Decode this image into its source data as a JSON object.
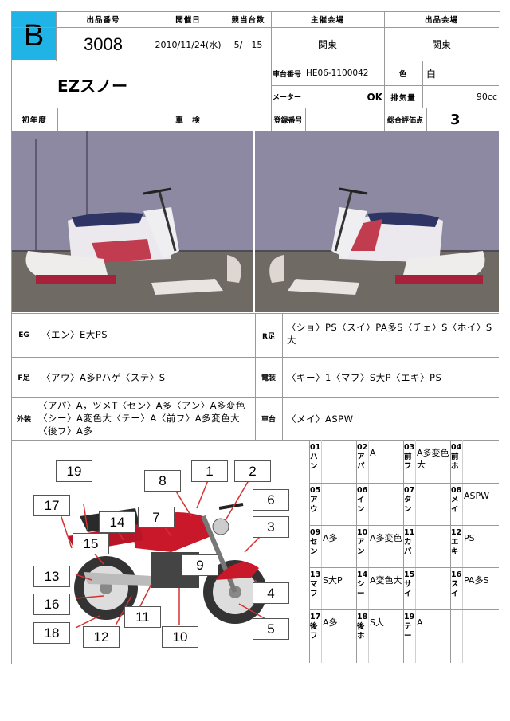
{
  "header": {
    "grade": "B",
    "lot_label": "出品番号",
    "lot_number": "3008",
    "date_label": "開催日",
    "date_value": "2010/11/24(水)",
    "count_label": "競当台数",
    "count_value": "5/　15",
    "host_label": "主催会場",
    "host_value": "関東",
    "venue_label": "出品会場",
    "venue_value": "関東"
  },
  "vehicle": {
    "maker": "－",
    "model": "EZスノー",
    "frame_label": "車台番号",
    "frame_value": "HE06-1100042",
    "color_label": "色",
    "color_value": "白",
    "meter_label": "メーター",
    "meter_value": "OK",
    "displacement_label": "排気量",
    "displacement_value": "90cc",
    "first_reg_label": "初年度",
    "first_reg_value": "",
    "inspection_label": "車　検",
    "inspection_value": "",
    "reg_no_label": "登録番号",
    "reg_no_value": "",
    "score_label": "総合評価点",
    "score_value": "3"
  },
  "condition": {
    "eg_label": "EG",
    "eg_text": "〈エン〉E大PS",
    "rear_label": "R足",
    "rear_text": "〈ショ〉PS〈スイ〉PA多S〈チェ〉S〈ホイ〉S大",
    "front_label": "F足",
    "front_text": "〈アウ〉A多Pハゲ〈ステ〉S",
    "elec_label": "電装",
    "elec_text": "〈キー〉1〈マフ〉S大P〈エキ〉PS",
    "ext_label": "外装",
    "ext_text": "〈アパ〉A，ツメT〈セン〉A多〈アン〉A多変色〈シー〉A変色大〈テー〉A〈前フ〉A多変色大〈後フ〉A多",
    "frame_label": "車台",
    "frame_text": "〈メイ〉ASPW"
  },
  "parts_grid": [
    {
      "code": "01ハン",
      "value": ""
    },
    {
      "code": "02アパ",
      "value": "A"
    },
    {
      "code": "03前フ",
      "value": "A多変色大"
    },
    {
      "code": "04前ホ",
      "value": ""
    },
    {
      "code": "05アウ",
      "value": ""
    },
    {
      "code": "06イン",
      "value": ""
    },
    {
      "code": "07タン",
      "value": ""
    },
    {
      "code": "08メイ",
      "value": "ASPW"
    },
    {
      "code": "09セン",
      "value": "A多"
    },
    {
      "code": "10アン",
      "value": "A多変色"
    },
    {
      "code": "11カバ",
      "value": ""
    },
    {
      "code": "12エキ",
      "value": "PS"
    },
    {
      "code": "13マフ",
      "value": "S大P"
    },
    {
      "code": "14シー",
      "value": "A変色大"
    },
    {
      "code": "15サイ",
      "value": ""
    },
    {
      "code": "16スイ",
      "value": "PA多S"
    },
    {
      "code": "17後フ",
      "value": "A多"
    },
    {
      "code": "18後ホ",
      "value": "S大"
    },
    {
      "code": "19テー",
      "value": "A"
    },
    {
      "code": "",
      "value": ""
    }
  ],
  "diagram_numbers": [
    "1",
    "2",
    "3",
    "4",
    "5",
    "6",
    "7",
    "8",
    "9",
    "10",
    "11",
    "12",
    "13",
    "14",
    "15",
    "16",
    "17",
    "18",
    "19"
  ]
}
